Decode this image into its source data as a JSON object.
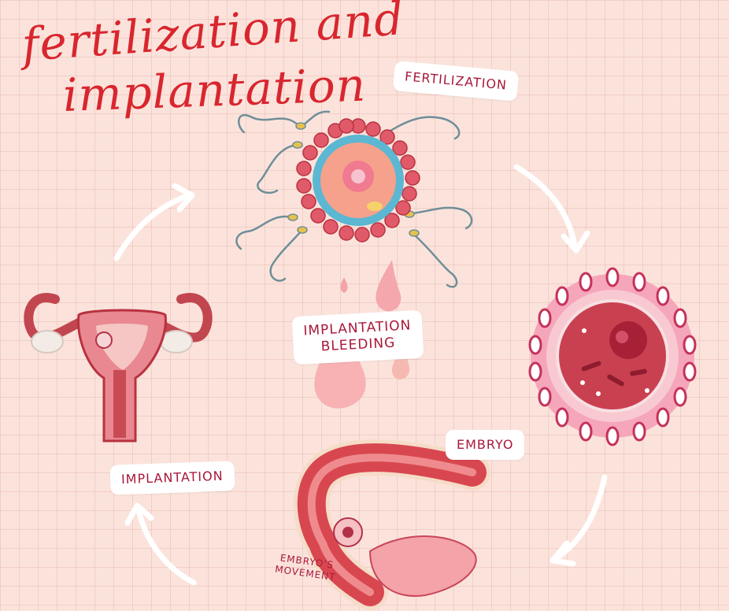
{
  "title": {
    "line1": "fertilization and",
    "line2": "implantation"
  },
  "labels": {
    "fertilization": "FERTILIZATION",
    "implantation_bleeding_1": "IMPLANTATION",
    "implantation_bleeding_2": "BLEEDING",
    "embryo": "EMBRYO",
    "implantation": "IMPLANTATION",
    "embryos_movement_1": "EMBRYO'S",
    "embryos_movement_2": "MOVEMENT"
  },
  "colors": {
    "title": "#d9262e",
    "label_text": "#a8183a",
    "background": "#fbe3dc",
    "arrow": "#ffffff"
  }
}
